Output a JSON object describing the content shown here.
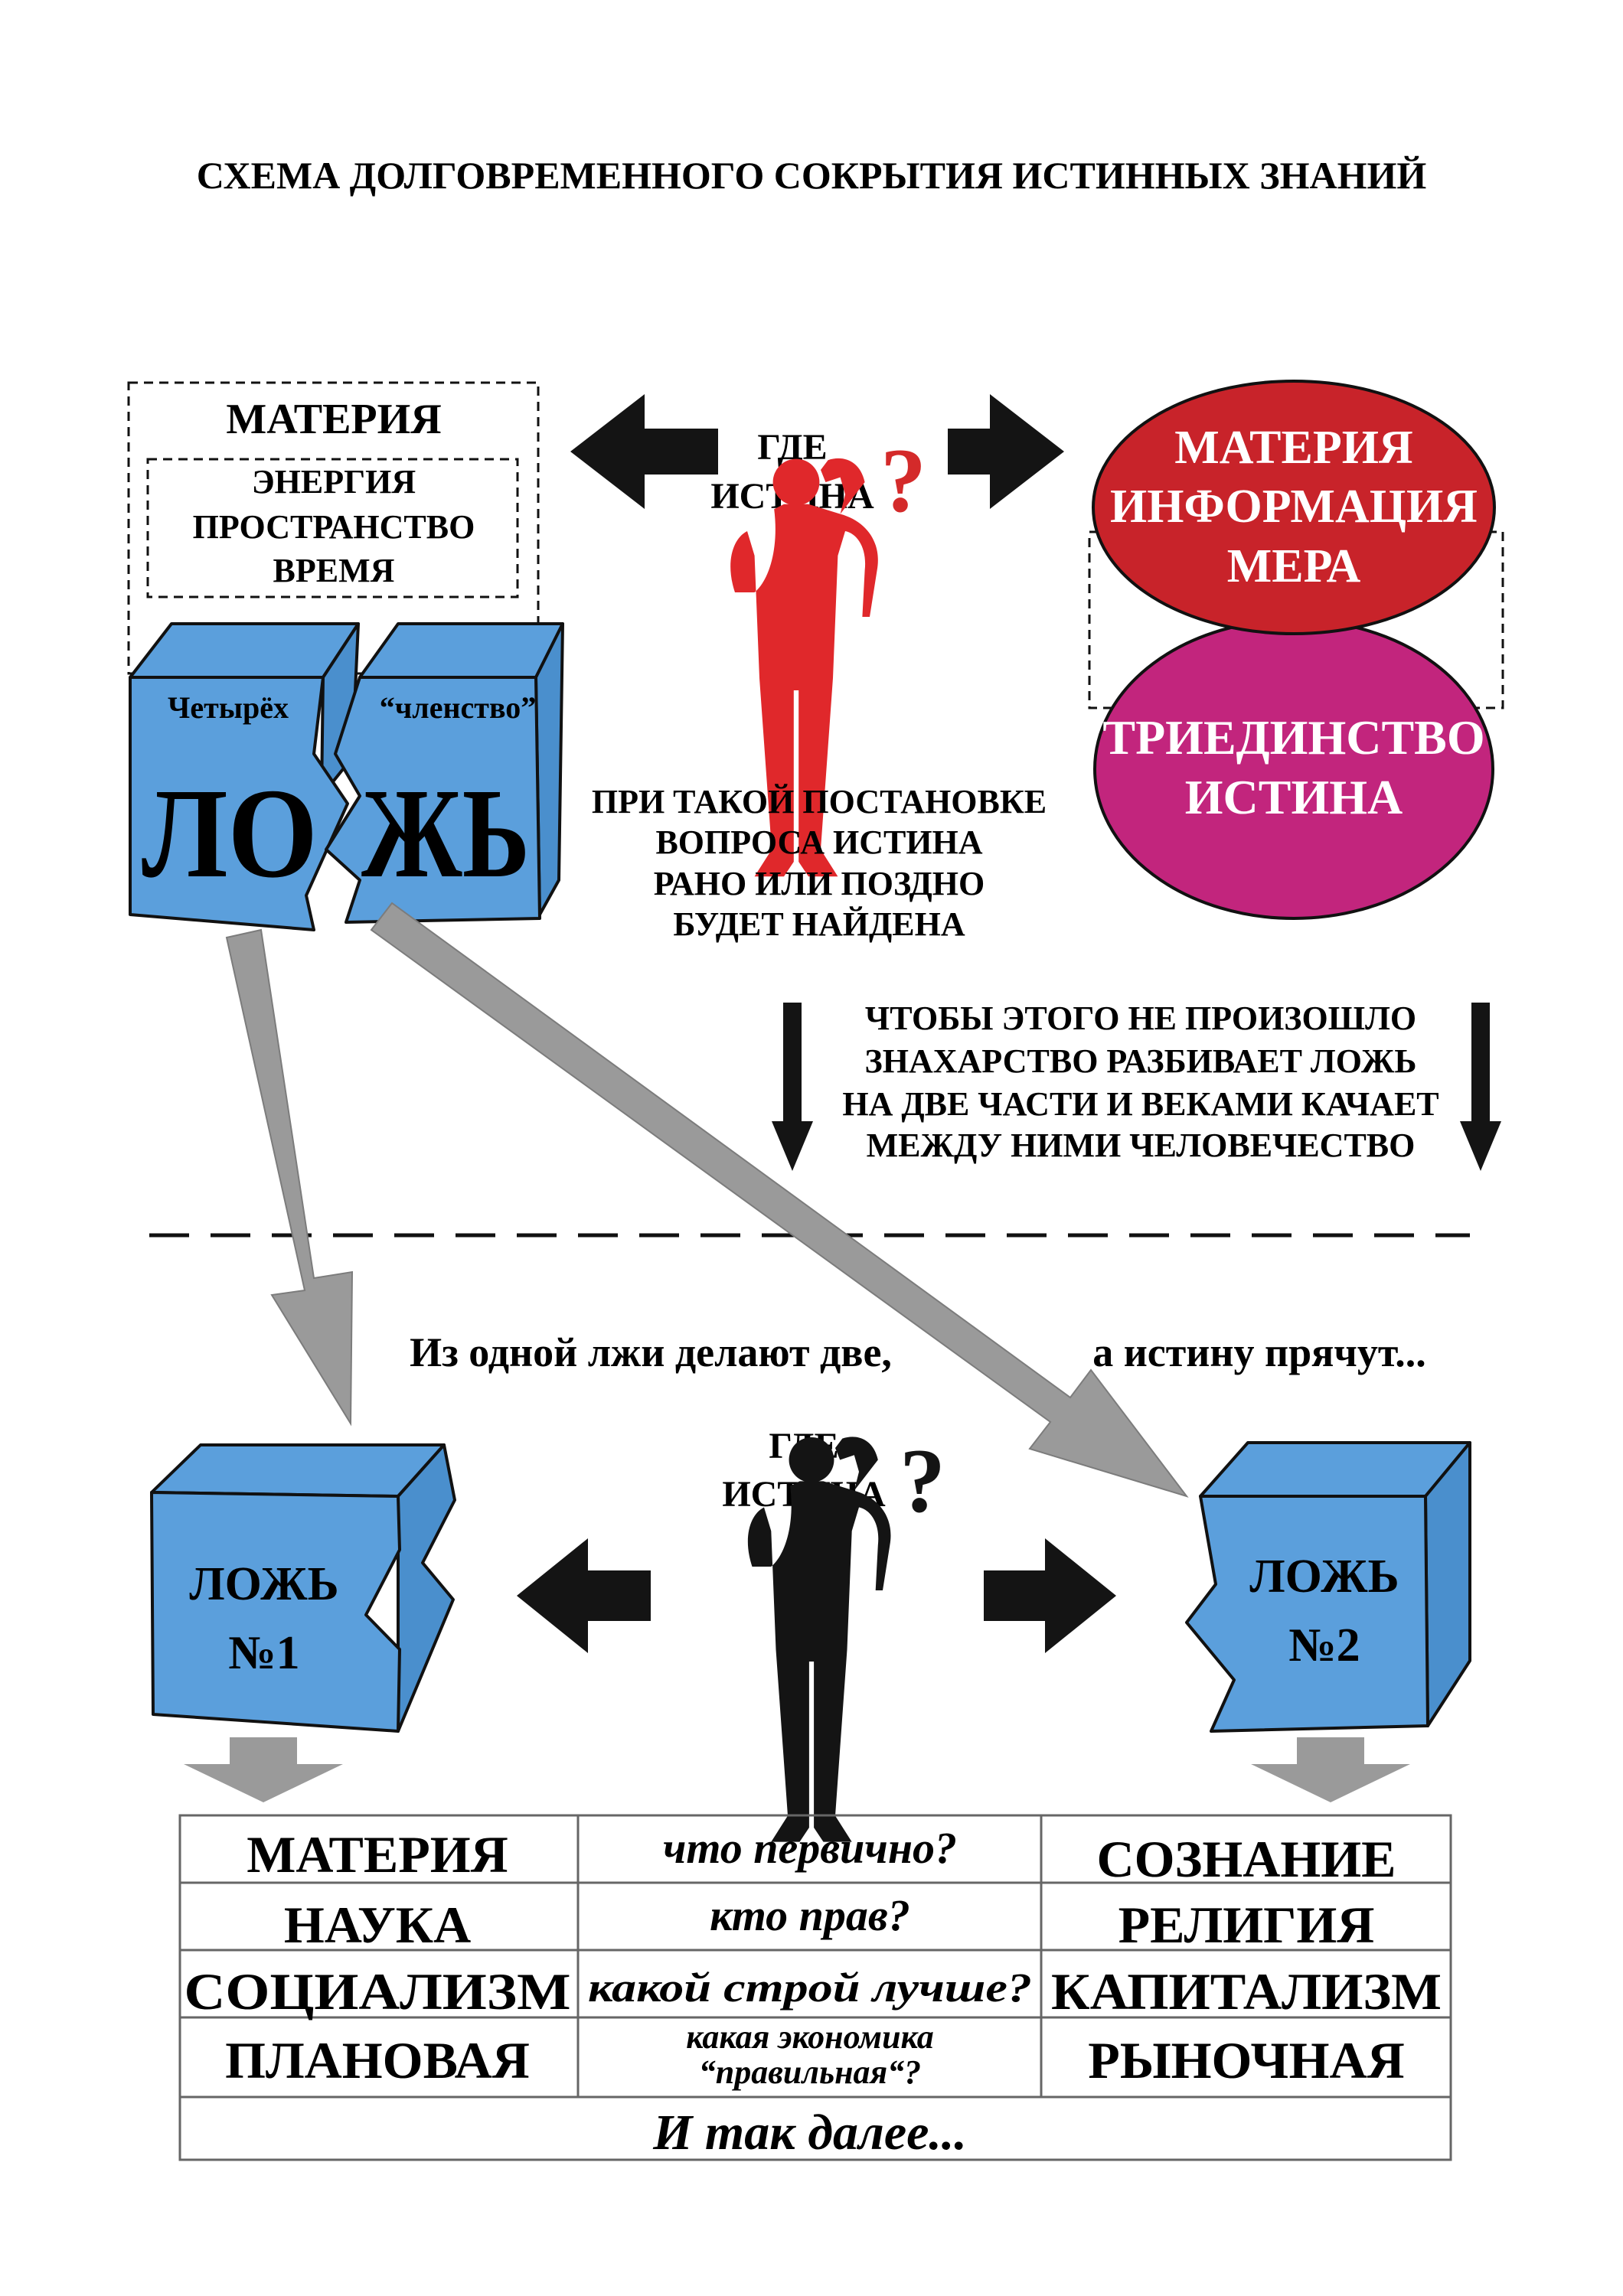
{
  "title": "СХЕМА ДОЛГОВРЕМЕННОГО СОКРЫТИЯ ИСТИННЫХ ЗНАНИЙ",
  "left_box": {
    "outer_label": "МАТЕРИЯ",
    "inner_lines": [
      "ЭНЕРГИЯ",
      "ПРОСТРАНСТВО",
      "ВРЕМЯ"
    ]
  },
  "split_cube": {
    "left_caption": "Четырёх",
    "right_caption": "“членство”",
    "left_text": "ЛО",
    "right_text": "ЖЬ"
  },
  "top_question": {
    "lines": [
      "ГДЕ",
      "ИСТИНА"
    ],
    "mark": "?"
  },
  "triunity": {
    "top_lines": [
      "МАТЕРИЯ",
      "ИНФОРМАЦИЯ",
      "МЕРА"
    ],
    "bottom_lines": [
      "ТРИЕДИНСТВО",
      "ИСТИНА"
    ]
  },
  "statement_lines": [
    "ПРИ ТАКОЙ ПОСТАНОВКЕ",
    "ВОПРОСА ИСТИНА",
    "РАНО ИЛИ ПОЗДНО",
    "БУДЕТ НАЙДЕНА"
  ],
  "warning_lines": [
    "ЧТОБЫ ЭТОГО НЕ ПРОИЗОШЛО",
    "ЗНАХАРСТВО РАЗБИВАЕТ ЛОЖЬ",
    "НА ДВЕ ЧАСТИ И ВЕКАМИ КАЧАЕТ",
    "МЕЖДУ НИМИ ЧЕЛОВЕЧЕСТВО"
  ],
  "middle_caption_left": "Из одной лжи делают две,",
  "middle_caption_right": "а истину прячут...",
  "bottom_question": {
    "lines": [
      "ГДЕ",
      "ИСТИНА"
    ],
    "mark": "?"
  },
  "lie1": {
    "line1": "ЛОЖЬ",
    "line2": "№1"
  },
  "lie2": {
    "line1": "ЛОЖЬ",
    "line2": "№2"
  },
  "table": {
    "rows": [
      {
        "left": "МАТЕРИЯ",
        "middle": "что первично?",
        "right": "СОЗНАНИЕ"
      },
      {
        "left": "НАУКА",
        "middle": "кто прав?",
        "right": "РЕЛИГИЯ"
      },
      {
        "left": "СОЦИАЛИЗМ",
        "middle": "какой строй лучше?",
        "right": "КАПИТАЛИЗМ"
      },
      {
        "left": "ПЛАНОВАЯ",
        "middle_lines": [
          "какая экономика",
          "“правильная“?"
        ],
        "right": "РЫНОЧНАЯ"
      }
    ],
    "footer": "И так далее..."
  },
  "colors": {
    "cube_blue": "#5b9fdc",
    "ellipse_red": "#c8232a",
    "ellipse_magenta": "#c2257d",
    "figure_red": "#e0282b",
    "question_red": "#d42a2a",
    "arrow_gray": "#9a9a9a",
    "arrow_black": "#141414"
  },
  "icons": [
    "red-thinking-figure-icon",
    "black-thinking-figure-icon",
    "left-arrow-icon",
    "right-arrow-icon",
    "down-arrow-icon"
  ]
}
